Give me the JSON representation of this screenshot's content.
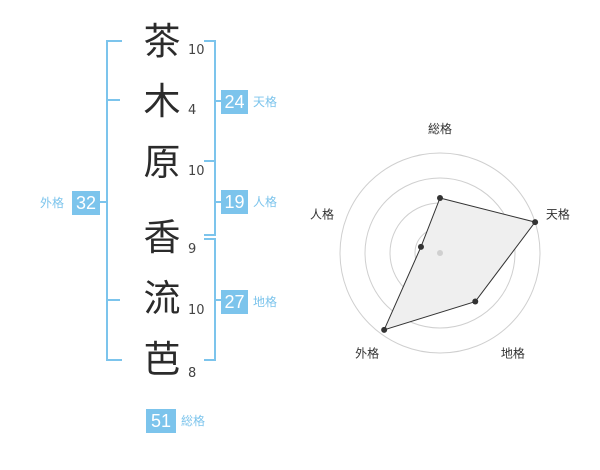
{
  "name": {
    "chars": [
      {
        "char": "茶",
        "strokes": "10"
      },
      {
        "char": "木",
        "strokes": "4"
      },
      {
        "char": "原",
        "strokes": "10"
      },
      {
        "char": "香",
        "strokes": "9"
      },
      {
        "char": "流",
        "strokes": "10"
      },
      {
        "char": "芭",
        "strokes": "8"
      }
    ]
  },
  "kakusu": {
    "tenkaku": {
      "value": "24",
      "label": "天格"
    },
    "jinkaku": {
      "value": "19",
      "label": "人格"
    },
    "chikaku": {
      "value": "27",
      "label": "地格"
    },
    "gaikaku": {
      "value": "32",
      "label": "外格"
    },
    "soukaku": {
      "value": "51",
      "label": "総格"
    }
  },
  "colors": {
    "accent": "#7cc4ec",
    "text": "#2b2b2b",
    "radar_fill": "#efefef"
  },
  "chart_data": {
    "type": "radar",
    "axes": [
      "総格",
      "天格",
      "地格",
      "外格",
      "人格"
    ],
    "values": [
      0.55,
      1.0,
      0.6,
      0.95,
      0.2
    ],
    "rings": 4
  }
}
